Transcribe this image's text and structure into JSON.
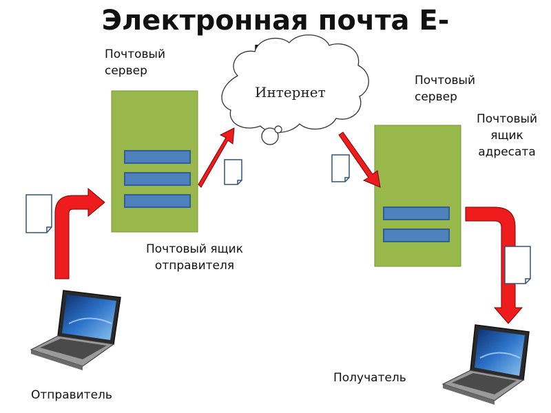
{
  "title_line1": "Электронная почта E-",
  "title_line2": "mail",
  "left_server_label": "Почтовый\nсервер",
  "right_server_label": "Почтовый\nсервер",
  "internet_label": "Интернет",
  "sender_mailbox_label": "Почтовый ящик\nотправителя",
  "recipient_mailbox_label": "Почтовый\nящик\nадресата",
  "sender_label": "Отправитель",
  "recipient_label": "Получатель",
  "colors": {
    "server_green": "#93b245",
    "mailbox_blue": "#4f81bd",
    "arrow_red": "#ee1c1c",
    "arrow_outline": "#7a0000"
  }
}
